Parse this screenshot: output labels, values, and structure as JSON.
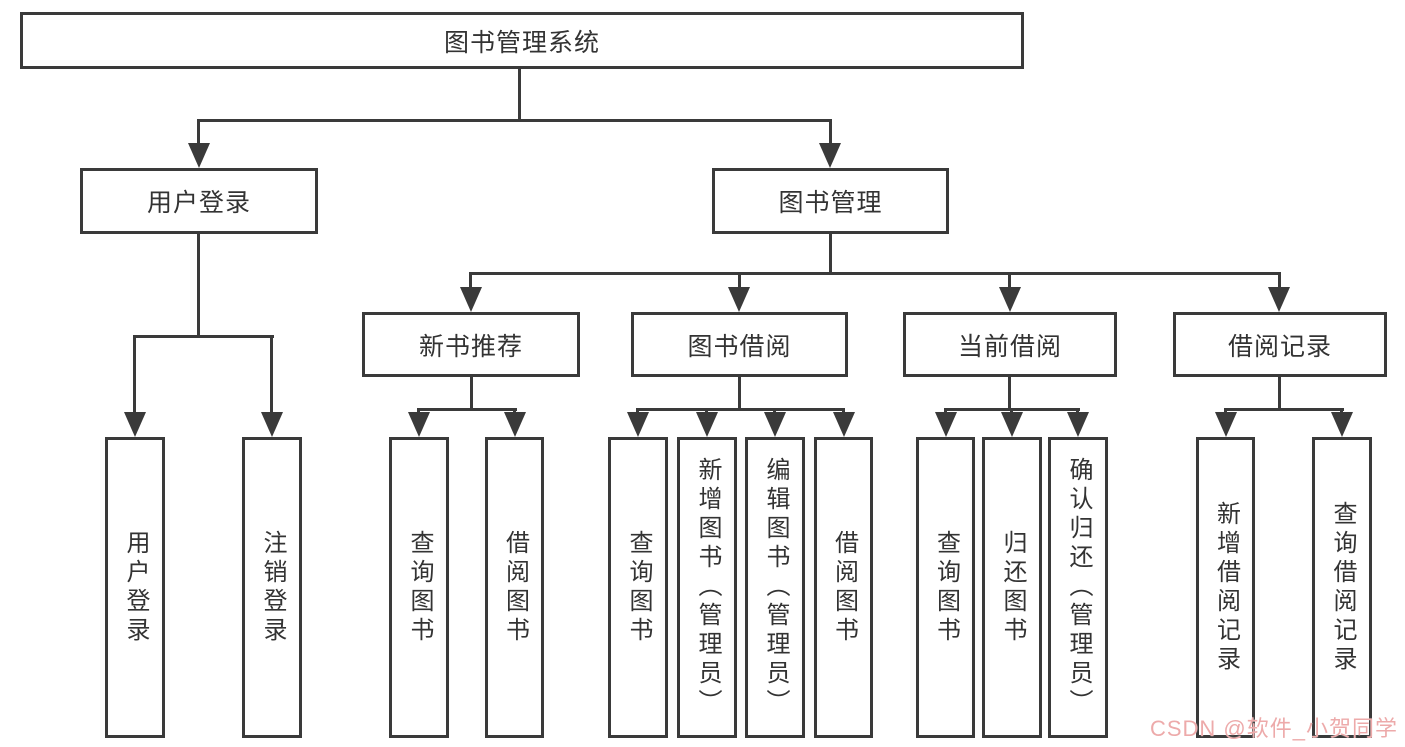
{
  "colors": {
    "line": "#3a3a3a",
    "text": "#333333",
    "watermark": "#edaaaa",
    "background": "#ffffff"
  },
  "nodes": {
    "root": "图书管理系统",
    "user_login": "用户登录",
    "book_mgmt": "图书管理",
    "new_book": "新书推荐",
    "book_borrow": "图书借阅",
    "current_borrow": "当前借阅",
    "borrow_record": "借阅记录",
    "ul_user_login": "用户登录",
    "ul_logout": "注销登录",
    "nb_query": "查询图书",
    "nb_borrow": "借阅图书",
    "bb_query": "查询图书",
    "bb_add": "新增图书（管理员）",
    "bb_edit": "编辑图书（管理员）",
    "bb_borrow": "借阅图书",
    "cb_query": "查询图书",
    "cb_return": "归还图书",
    "cb_confirm": "确认归还（管理员）",
    "br_add": "新增借阅记录",
    "br_query": "查询借阅记录"
  },
  "watermark": "CSDN @软件_小贺同学"
}
